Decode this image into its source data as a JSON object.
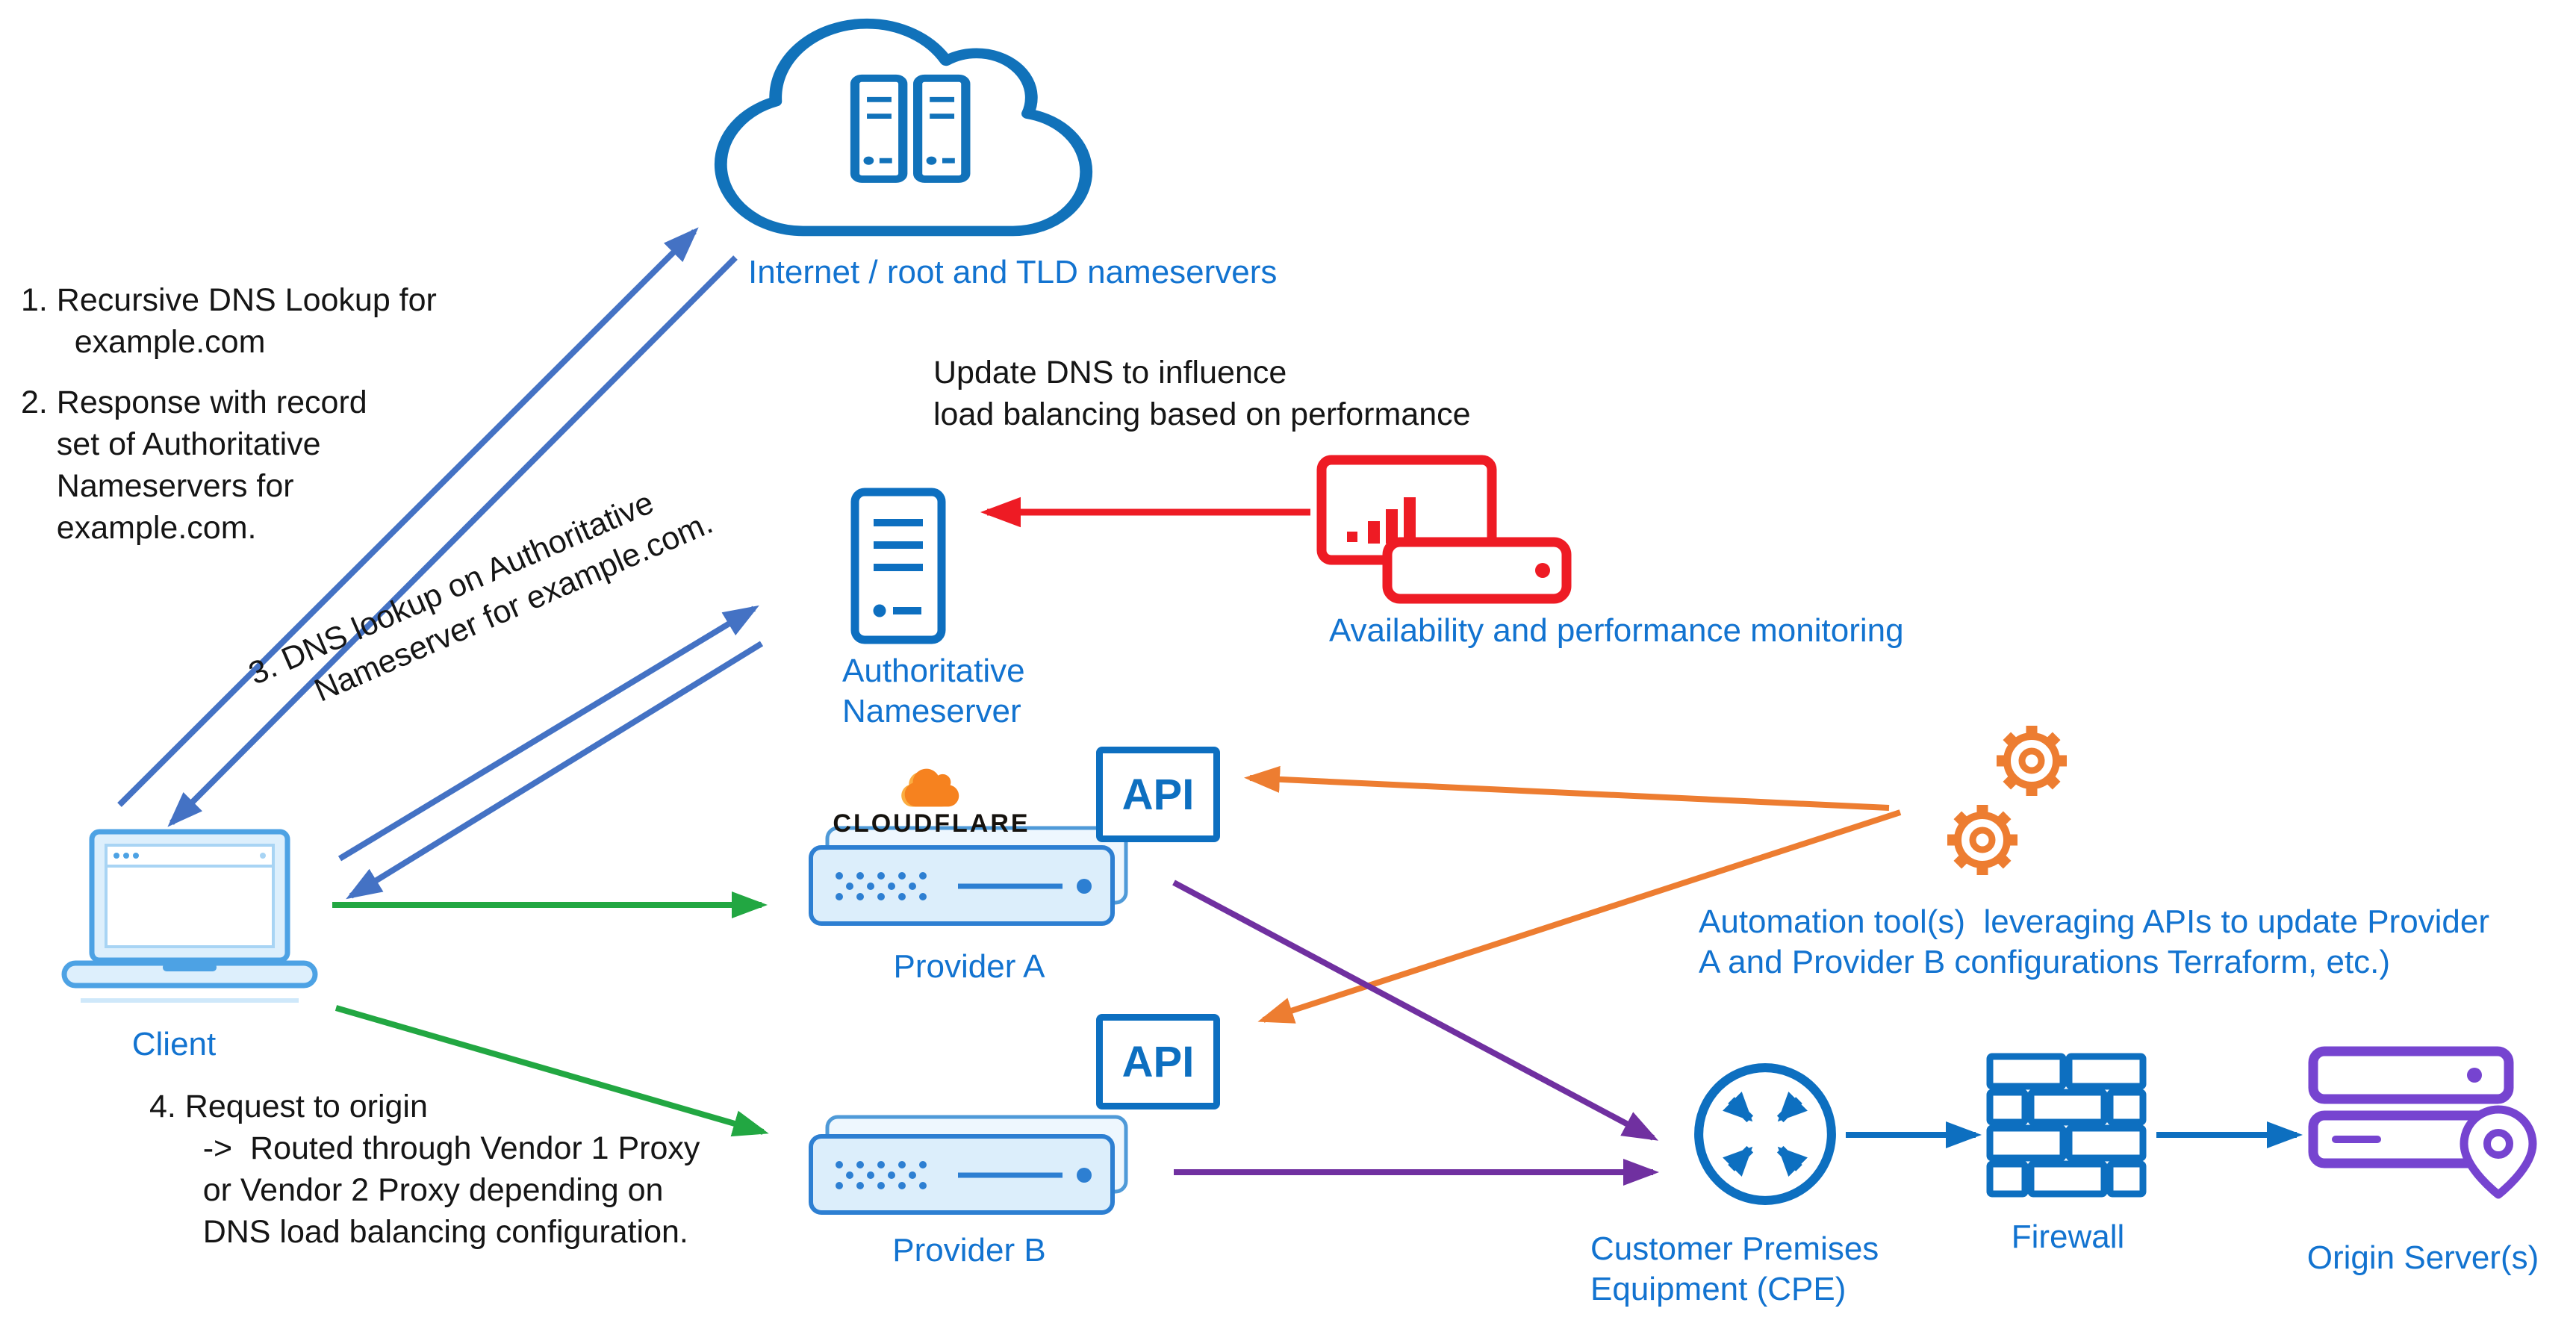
{
  "colors": {
    "icon_blue": "#0d6fc0",
    "label_blue": "#1273d0",
    "arrow_slate": "#4472c4",
    "arrow_red": "#ee1b24",
    "arrow_green": "#22a742",
    "arrow_orange": "#ed7d31",
    "arrow_purple": "#7030a0",
    "origin_purple": "#7644d0",
    "cloudflare_orange": "#f6821f"
  },
  "nodes": {
    "internet": {
      "label": "Internet / root and TLD nameservers"
    },
    "authoritative_ns": {
      "label": "Authoritative\nNameserver"
    },
    "monitoring": {
      "label": "Availability and performance monitoring"
    },
    "client": {
      "label": "Client"
    },
    "provider_a": {
      "label": "Provider A",
      "api": "API",
      "brand": "CLOUDFLARE"
    },
    "provider_b": {
      "label": "Provider B",
      "api": "API"
    },
    "automation": {
      "label": "Automation tool(s)  leveraging APIs to update Provider\nA and Provider B configurations Terraform, etc.)"
    },
    "cpe": {
      "label": "Customer Premises\nEquipment (CPE)"
    },
    "firewall": {
      "label": "Firewall"
    },
    "origin": {
      "label": "Origin Server(s)"
    }
  },
  "annotations": {
    "step1": "1. Recursive DNS Lookup for\n      example.com",
    "step2": "2. Response with record\n    set of Authoritative\n    Nameservers for\n    example.com.",
    "step3": "3. DNS lookup on Authoritative\n      Nameserver for example.com.",
    "step4": "4. Request to origin\n      ->  Routed through Vendor 1 Proxy\n      or Vendor 2 Proxy depending on\n      DNS load balancing configuration.",
    "update_dns": "Update DNS to influence\nload balancing based on performance"
  }
}
